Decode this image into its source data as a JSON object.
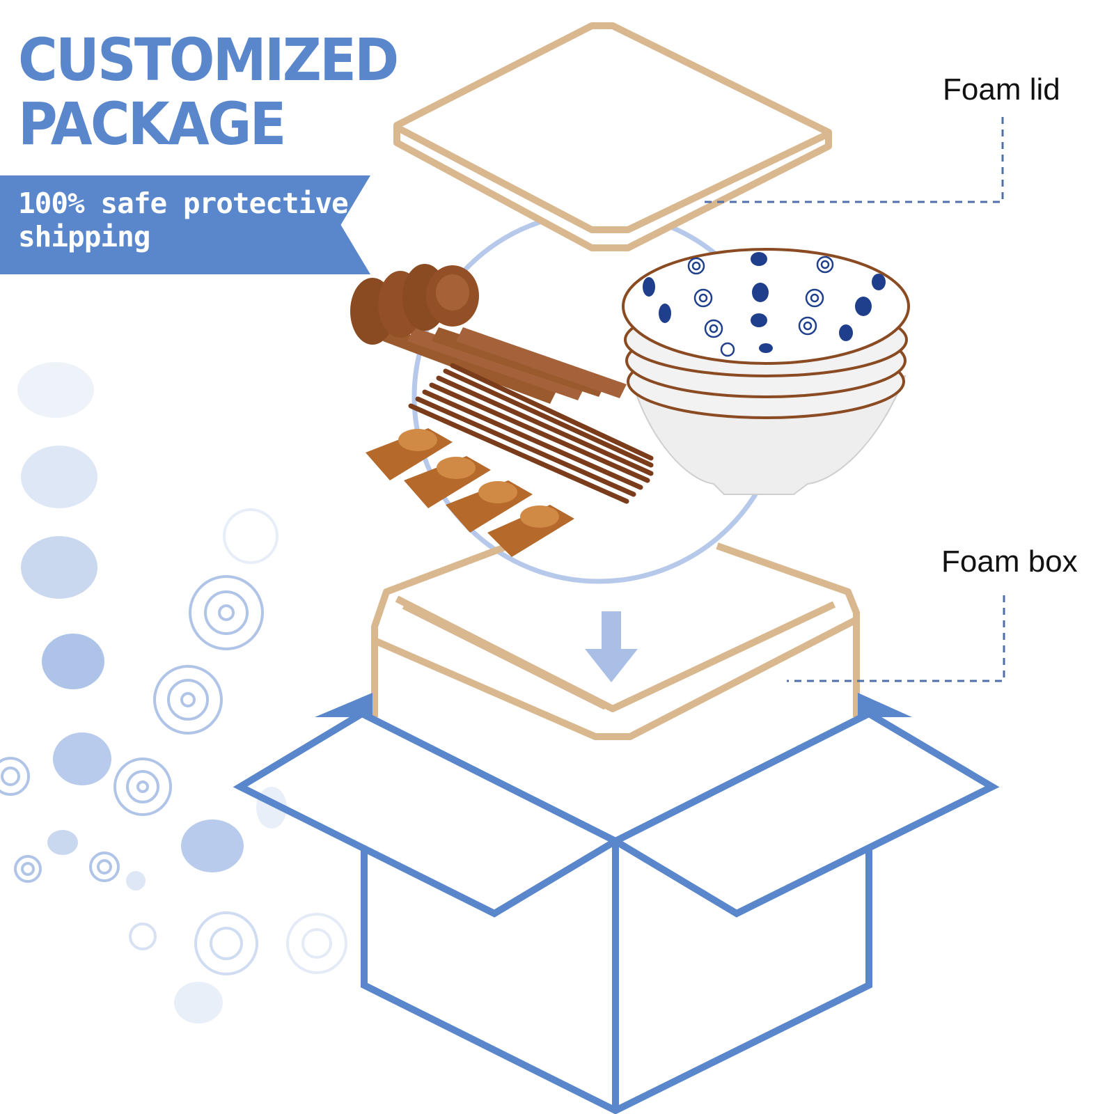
{
  "headline": {
    "line1": "CUSTOMIZED",
    "line2": "PACKAGE"
  },
  "banner": {
    "text_line1": "100% safe protective",
    "text_line2": "shipping"
  },
  "callouts": {
    "foam_lid": "Foam lid",
    "foam_box": "Foam box"
  },
  "colors": {
    "brand_blue": "#5a87cc",
    "foam_tan": "#d9b88f",
    "wood": "#8a4a22",
    "pattern_blue": "#1f3f8c"
  },
  "icons": {
    "arrow": "arrow-down-icon",
    "carton": "open-cardboard-box-icon"
  }
}
